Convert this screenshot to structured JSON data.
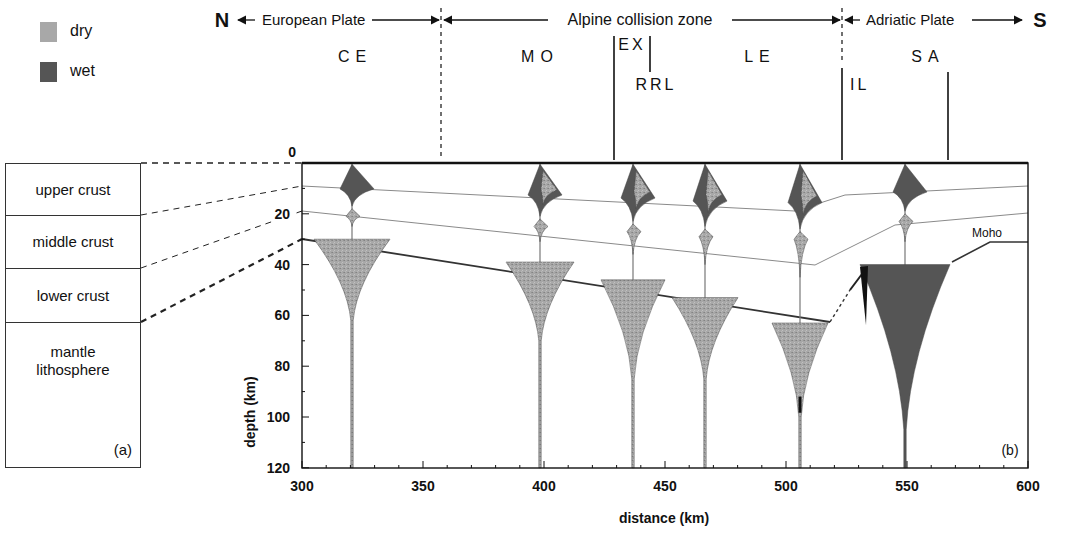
{
  "diagram": {
    "nodes": [
      {
        "text": [
          "upper crust"
        ]
      },
      {
        "text": [
          "middle crust"
        ]
      },
      {
        "text": [
          "lower crust"
        ]
      },
      {
        "text": [
          "mantle lithosphere",
          "(a)"
        ]
      }
    ],
    "labels": [
      "N",
      "European Plate",
      "Alpine collision zone",
      "Adriatic Plate",
      "S",
      "CE",
      "MO",
      "EX",
      "RRL",
      "LE",
      "IL",
      "SA",
      "0",
      "20",
      "40",
      "60",
      "80",
      "100",
      "120",
      "depth (km)",
      "300",
      "350",
      "400",
      "450",
      "500",
      "550",
      "600",
      "distance (km)",
      "Moho",
      "(b)"
    ],
    "legend": [
      {
        "text": "dry",
        "color": "#a8a8a8"
      },
      {
        "text": "wet",
        "color": "#555555"
      }
    ]
  }
}
